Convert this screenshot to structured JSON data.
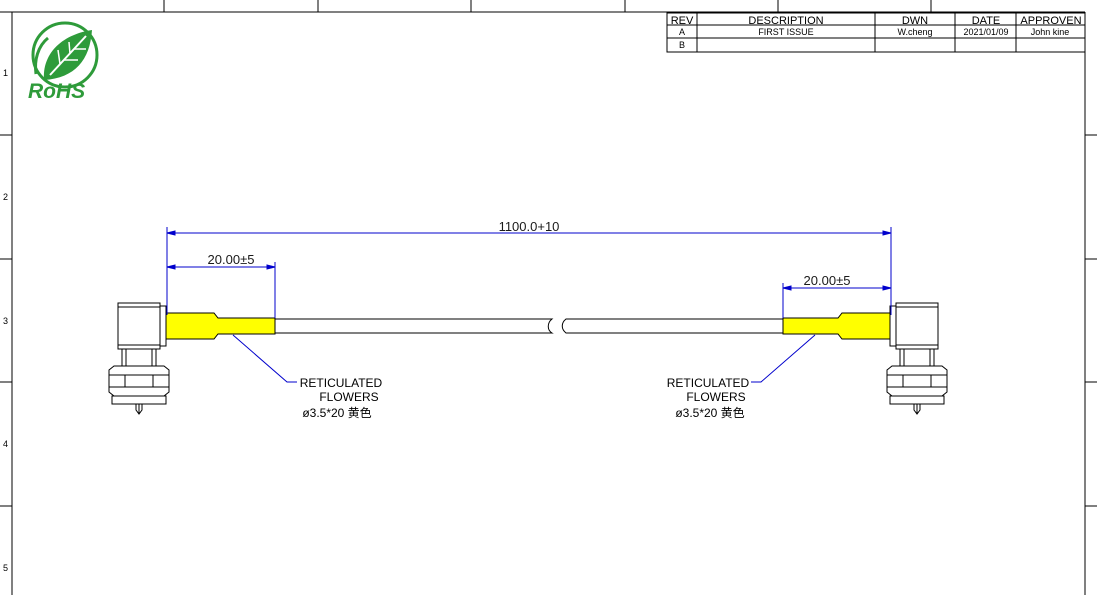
{
  "revision_table": {
    "headers": [
      "REV",
      "DESCRIPTION",
      "DWN",
      "DATE",
      "APPROVEN"
    ],
    "rows": [
      [
        "A",
        "FIRST ISSUE",
        "W.cheng",
        "2021/01/09",
        "John kine"
      ],
      [
        "B",
        "",
        "",
        "",
        ""
      ]
    ]
  },
  "logo": {
    "text": "RoHS",
    "icon": "rohs-leaf-icon",
    "color": "#2e9b3a"
  },
  "zone_numbers": [
    "1",
    "2",
    "3",
    "4",
    "5"
  ],
  "dimensions": {
    "total_length": "1100.0+10",
    "left_sleeve_length": "20.00±5",
    "right_sleeve_length": "20.00±5"
  },
  "callouts": {
    "left": {
      "line1": "RETICULATED",
      "line2": "FLOWERS",
      "line3": "ø3.5*20  黄色"
    },
    "right": {
      "line1": "RETICULATED",
      "line2": "FLOWERS",
      "line3": "ø3.5*20  黄色"
    }
  },
  "colors": {
    "sleeve": "#ffff00",
    "dimension": "#0000cc",
    "border": "#000000"
  }
}
